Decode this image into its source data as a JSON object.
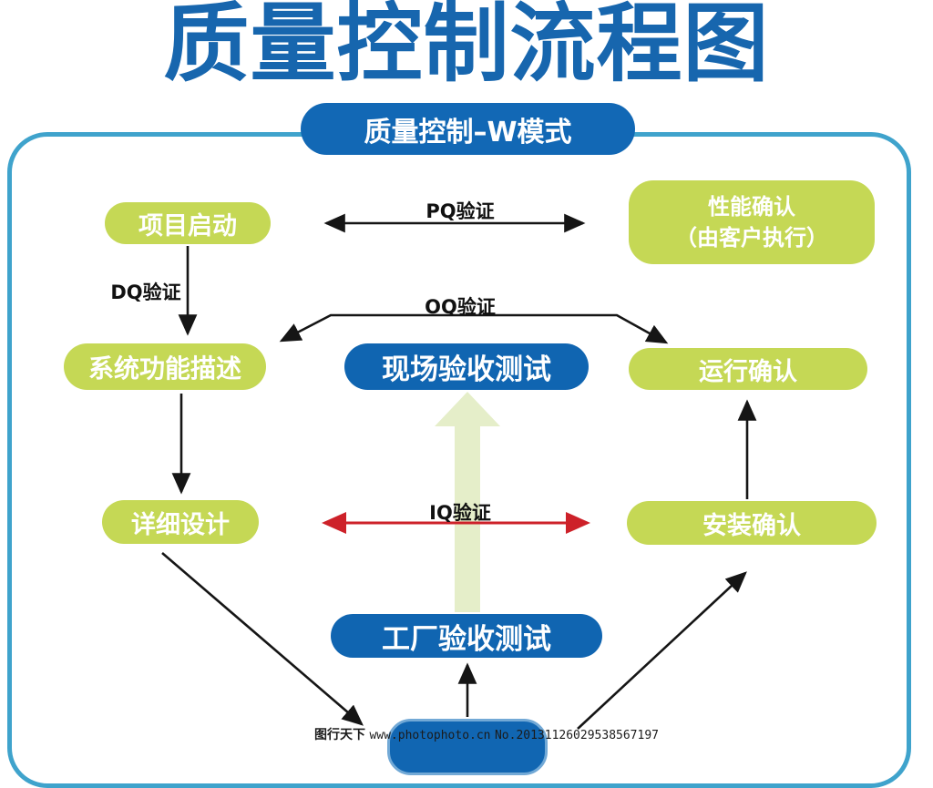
{
  "title": "质量控制流程图",
  "subtitle": "质量控制–W模式",
  "nodes": {
    "project_start": "项目启动",
    "performance_confirm_line1": "性能确认",
    "performance_confirm_line2": "（由客户执行）",
    "system_function": "系统功能描述",
    "site_acceptance": "现场验收测试",
    "operation_confirm": "运行确认",
    "detailed_design": "详细设计",
    "installation_confirm": "安装确认",
    "factory_acceptance": "工厂验收测试"
  },
  "arrow_labels": {
    "pq": "PQ验证",
    "dq": "DQ验证",
    "oq": "OQ验证",
    "iq": "IQ验证"
  },
  "watermark": {
    "site": "图行天下",
    "url": "www.photophoto.cn",
    "serial": "No.20131126029538567197"
  },
  "colors": {
    "title_blue": "#1766ae",
    "node_blue": "#1065b1",
    "node_green": "#c5d855",
    "frame_cyan": "#3fa3cc",
    "arrow_black": "#151515",
    "arrow_red": "#cd2129",
    "big_arrow_green": "#e5eec9"
  }
}
